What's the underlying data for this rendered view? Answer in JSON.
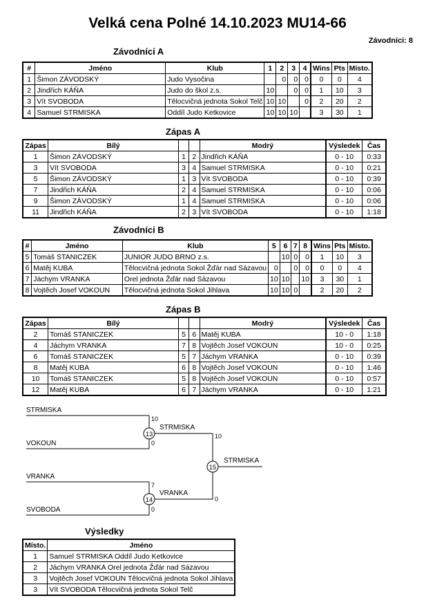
{
  "title": "Velká cena Polné 14.10.2023 MU14-66",
  "competitor_count": "Závodníci: 8",
  "group_a": {
    "heading": "Závodníci A",
    "headers": [
      "#",
      "Jméno",
      "Klub",
      "1",
      "2",
      "3",
      "4",
      "Wins",
      "Pts",
      "Místo."
    ],
    "rows": [
      [
        "1",
        "Šimon ZÁVODSKÝ",
        "Judo Vysočina",
        "",
        "0",
        "0",
        "0",
        "0",
        "0",
        "4"
      ],
      [
        "2",
        "Jindřich KÁŇA",
        "Judo do škol z.s.",
        "10",
        "",
        "0",
        "0",
        "1",
        "10",
        "3"
      ],
      [
        "3",
        "Vít SVOBODA",
        "Tělocvičná jednota Sokol Telč",
        "10",
        "10",
        "",
        "0",
        "2",
        "20",
        "2"
      ],
      [
        "4",
        "Samuel STRMISKA",
        "Oddíl Judo Ketkovice",
        "10",
        "10",
        "10",
        "",
        "3",
        "30",
        "1"
      ]
    ]
  },
  "matches_a": {
    "heading": "Zápas A",
    "headers": [
      "Zápas",
      "Bílý",
      "",
      "",
      "Modrý",
      "Výsledek",
      "Čas"
    ],
    "rows": [
      [
        "1",
        "Šimon ZÁVODSKÝ",
        "1",
        "2",
        "Jindřich KÁŇA",
        "0 - 10",
        "0:33"
      ],
      [
        "3",
        "Vít SVOBODA",
        "3",
        "4",
        "Samuel STRMISKA",
        "0 - 10",
        "0:21"
      ],
      [
        "5",
        "Šimon ZÁVODSKÝ",
        "1",
        "3",
        "Vít SVOBODA",
        "0 - 10",
        "0:39"
      ],
      [
        "7",
        "Jindřich KÁŇA",
        "2",
        "4",
        "Samuel STRMISKA",
        "0 - 10",
        "0:06"
      ],
      [
        "9",
        "Šimon ZÁVODSKÝ",
        "1",
        "4",
        "Samuel STRMISKA",
        "0 - 10",
        "0:06"
      ],
      [
        "11",
        "Jindřich KÁŇA",
        "2",
        "3",
        "Vít SVOBODA",
        "0 - 10",
        "1:18"
      ]
    ]
  },
  "group_b": {
    "heading": "Závodníci B",
    "headers": [
      "#",
      "Jméno",
      "Klub",
      "5",
      "6",
      "7",
      "8",
      "Wins",
      "Pts",
      "Místo."
    ],
    "rows": [
      [
        "5",
        "Tomáš STANICZEK",
        "JUNIOR JUDO BRNO z.s.",
        "",
        "10",
        "0",
        "0",
        "1",
        "10",
        "3"
      ],
      [
        "6",
        "Matěj KUBA",
        "Tělocvičná jednota Sokol Žďár nad Sázavou",
        "0",
        "",
        "0",
        "0",
        "0",
        "0",
        "4"
      ],
      [
        "7",
        "Jáchym VRANKA",
        "Orel jednota Žďár nad Sázavou",
        "10",
        "10",
        "",
        "10",
        "3",
        "30",
        "1"
      ],
      [
        "8",
        "Vojtěch Josef VOKOUN",
        "Tělocvičná jednota Sokol Jihlava",
        "10",
        "10",
        "0",
        "",
        "2",
        "20",
        "2"
      ]
    ]
  },
  "matches_b": {
    "heading": "Zápas B",
    "headers": [
      "Zápas",
      "Bílý",
      "",
      "",
      "Modrý",
      "Výsledek",
      "Čas"
    ],
    "rows": [
      [
        "2",
        "Tomáš STANICZEK",
        "5",
        "6",
        "Matěj KUBA",
        "10 - 0",
        "1:18"
      ],
      [
        "4",
        "Jáchym VRANKA",
        "7",
        "8",
        "Vojtěch Josef VOKOUN",
        "10 - 0",
        "0:25"
      ],
      [
        "6",
        "Tomáš STANICZEK",
        "5",
        "7",
        "Jáchym VRANKA",
        "0 - 10",
        "0:39"
      ],
      [
        "8",
        "Matěj KUBA",
        "6",
        "8",
        "Vojtěch Josef VOKOUN",
        "0 - 10",
        "1:46"
      ],
      [
        "10",
        "Tomáš STANICZEK",
        "5",
        "8",
        "Vojtěch Josef VOKOUN",
        "0 - 10",
        "0:57"
      ],
      [
        "12",
        "Matěj KUBA",
        "6",
        "7",
        "Jáchym VRANKA",
        "0 - 10",
        "1:21"
      ]
    ]
  },
  "bracket": {
    "sf1_top": "STRMISKA",
    "sf1_top_score": "10",
    "sf1_bottom": "VOKOUN",
    "sf1_bottom_score": "0",
    "sf1_num": "13",
    "sf1_winner": "STRMISKA",
    "sf1_winner_score": "10",
    "sf2_top": "VRANKA",
    "sf2_top_score": "7",
    "sf2_bottom": "SVOBODA",
    "sf2_bottom_score": "0",
    "sf2_num": "14",
    "sf2_winner": "VRANKA",
    "sf2_winner_score": "0",
    "final_num": "15",
    "champion": "STRMISKA"
  },
  "results": {
    "heading": "Výsledky",
    "headers": [
      "Místo.",
      "Jméno"
    ],
    "rows": [
      [
        "1",
        "Samuel STRMISKA Oddíl Judo Ketkovice"
      ],
      [
        "2",
        "Jáchym VRANKA Orel jednota Žďár nad Sázavou"
      ],
      [
        "3",
        "Vojtěch Josef VOKOUN Tělocvičná jednota Sokol Jihlava"
      ],
      [
        "3",
        "Vít SVOBODA Tělocvičná jednota Sokol Telč"
      ]
    ]
  }
}
